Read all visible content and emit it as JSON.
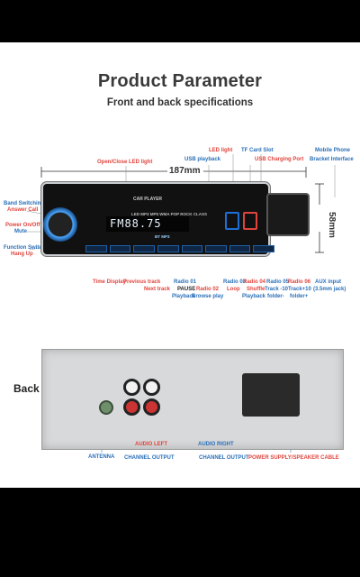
{
  "header": {
    "title": "Product Parameter",
    "subtitle": "Front and back specifications"
  },
  "dimensions": {
    "width": "187mm",
    "height": "58mm"
  },
  "front_labels": {
    "open_close_led": "Open/Close LED light",
    "led_light": "LED light",
    "usb_playback": "USB playback",
    "tf_card_slot": "TF Card Slot",
    "usb_charging_port": "USB Charging Port",
    "mobile_phone_bracket_1": "Mobile Phone",
    "mobile_phone_bracket_2": "Bracket Interface",
    "band_switching_1": "Band Switching",
    "band_switching_2": "Answer Call",
    "power_1": "Power On/Off",
    "power_2": "Mute",
    "function_switch_1": "Function Switch",
    "function_switch_2": "Hang Up",
    "time_display": "Time Display",
    "previous_track": "Previous track",
    "next_track": "Next track",
    "radio01_1": "Radio 01",
    "radio01_2": "PAUSE",
    "radio01_3": "Playback",
    "radio02_1": "Radio 02",
    "radio02_2": "Browse play",
    "radio03_1": "Radio 03",
    "radio03_2": "Loop",
    "radio04_1": "Radio 04",
    "radio04_2": "Shuffle",
    "radio04_3": "Playback",
    "radio05_1": "Radio 05",
    "radio05_2": "Track -10",
    "radio05_3": "folder-",
    "radio06_1": "Radio 06",
    "radio06_2": "Track+10",
    "radio06_3": "folder+",
    "aux_1": "AUX input",
    "aux_2": "(3.5mm jack)"
  },
  "device": {
    "display_text": "FM88.75",
    "modes": "LED  MP3  MP5  WMA  POP  ROCK  CLASS",
    "status": "BT  MP3"
  },
  "back": {
    "label": "Back",
    "antenna": "ANTENNA",
    "audio_left_1": "AUDIO LEFT",
    "audio_left_2": "CHANNEL OUTPUT",
    "audio_right_1": "AUDIO RIGHT",
    "audio_right_2": "CHANNEL OUTPUT",
    "power_supply": "POWER SUPPLY/SPEAKER CABLE"
  },
  "colors": {
    "accent_red": "#e0443c",
    "accent_blue": "#2a6fb8",
    "led_blue": "#4aa7ff"
  }
}
